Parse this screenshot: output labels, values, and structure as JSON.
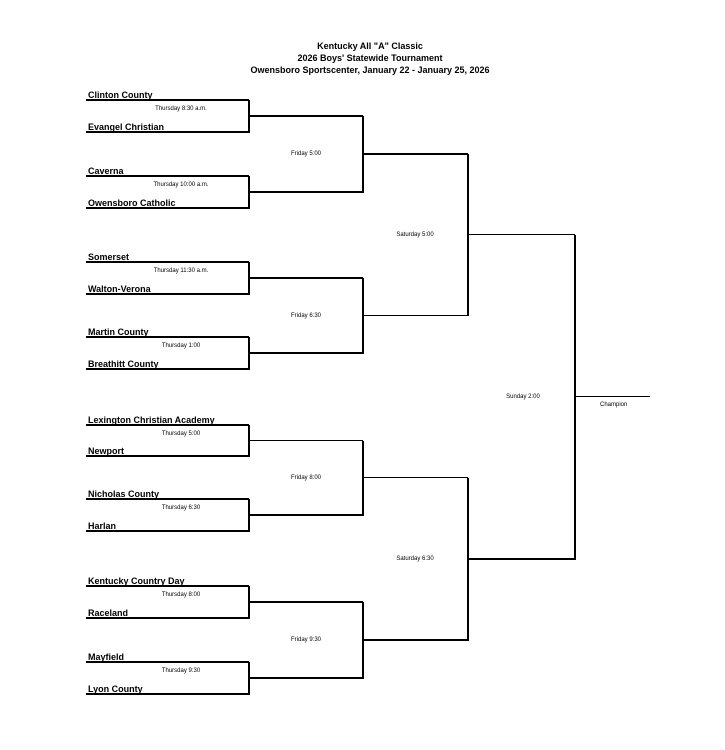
{
  "header": {
    "line1": "Kentucky All \"A\" Classic",
    "line2": "2026 Boys' Statewide Tournament",
    "line3": "Owensboro Sportscenter, January 22 - January 25,  2026"
  },
  "round1": [
    {
      "top": "Clinton County",
      "bottom": "Evangel Christian",
      "time": "Thursday 8:30 a.m."
    },
    {
      "top": "Caverna",
      "bottom": "Owensboro Catholic",
      "time": "Thursday 10:00 a.m."
    },
    {
      "top": "Somerset",
      "bottom": "Walton-Verona",
      "time": "Thursday 11:30 a.m."
    },
    {
      "top": "Martin County",
      "bottom": "Breathitt County",
      "time": "Thursday 1:00"
    },
    {
      "top": "Lexington Christian Academy",
      "bottom": "Newport",
      "time": "Thursday 5:00"
    },
    {
      "top": "Nicholas County",
      "bottom": "Harlan",
      "time": "Thursday 6:30"
    },
    {
      "top": "Kentucky Country Day",
      "bottom": "Raceland",
      "time": "Thursday 8:00"
    },
    {
      "top": "Mayfield",
      "bottom": "Lyon County",
      "time": "Thursday 9:30"
    }
  ],
  "round2": [
    "Friday 5:00",
    "Friday 6:30",
    "Friday 8:00",
    "Friday 9:30"
  ],
  "semis": [
    "Saturday 5:00",
    "Saturday 6:30"
  ],
  "final": "Sunday 2:00",
  "champion_label": "Champion"
}
